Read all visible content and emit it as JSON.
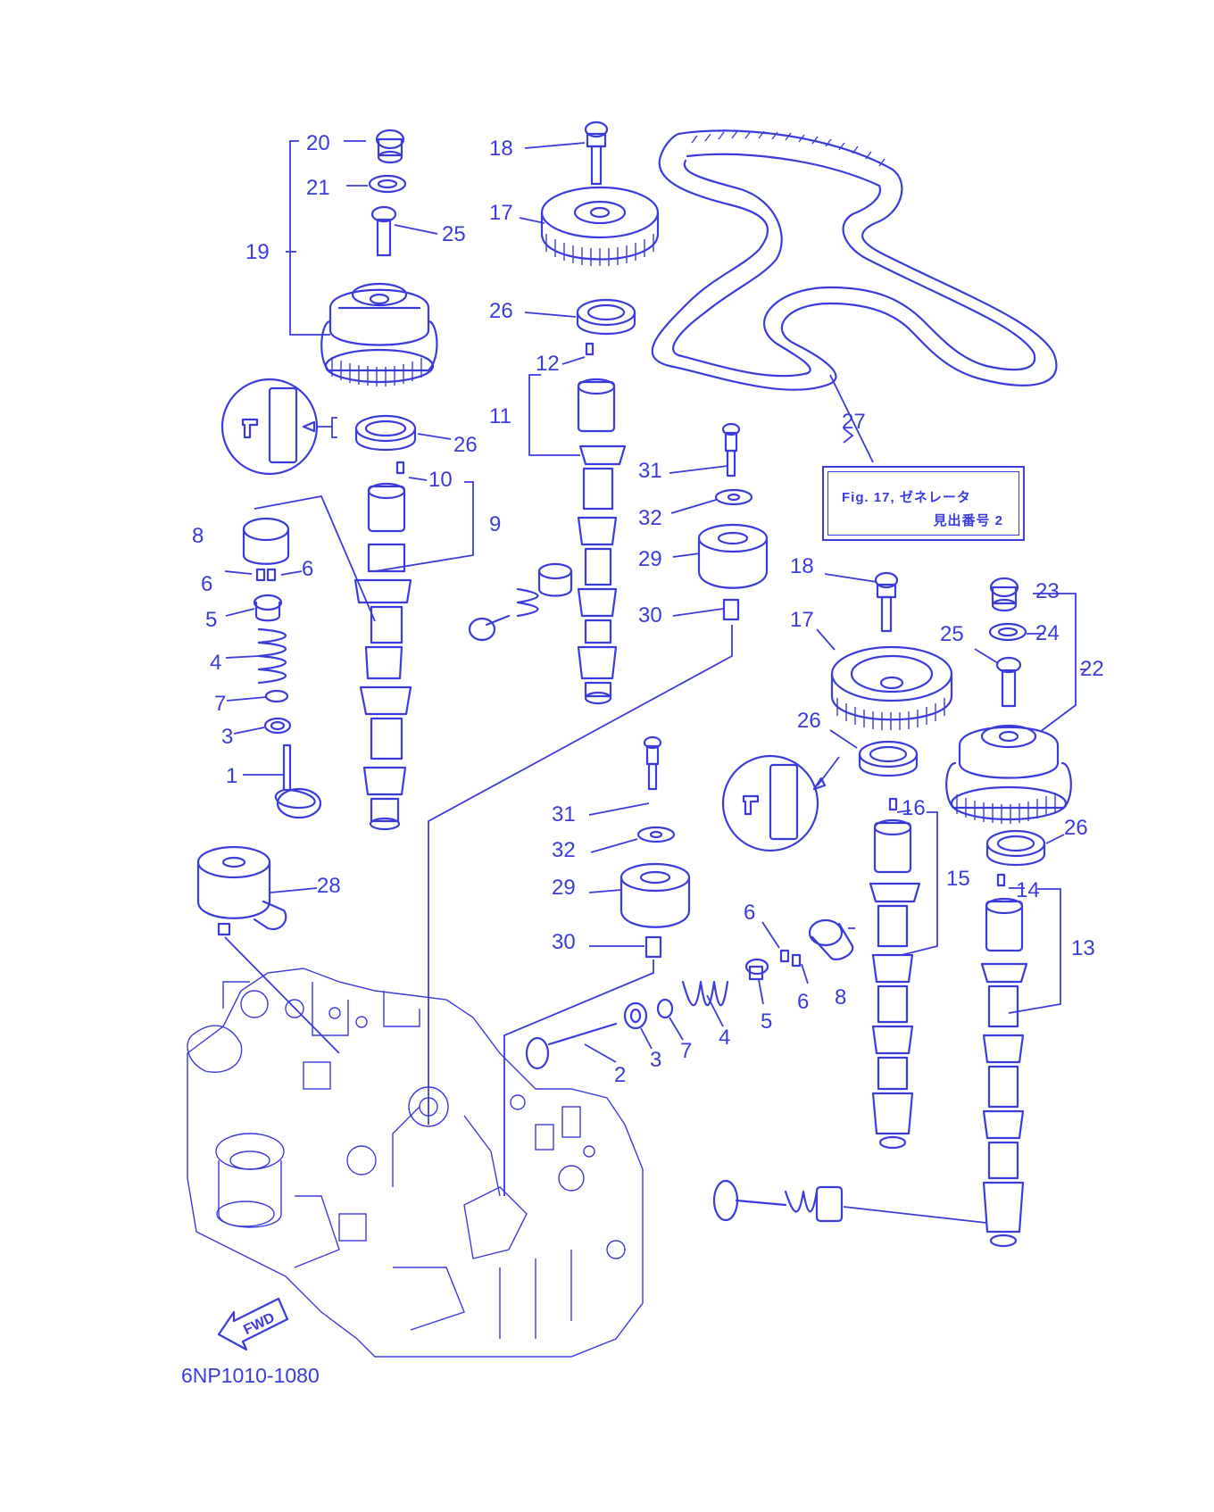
{
  "figure_code": "6NP1010-1080",
  "reference_box": {
    "line1": "Fig. 17, ゼネレータ",
    "line2": "見出番号 2"
  },
  "fwd_label": "FWD",
  "callouts": [
    {
      "id": "c20a",
      "text": "20"
    },
    {
      "id": "c21a",
      "text": "21"
    },
    {
      "id": "c25a",
      "text": "25"
    },
    {
      "id": "c19",
      "text": "19"
    },
    {
      "id": "c18a",
      "text": "18"
    },
    {
      "id": "c17a",
      "text": "17"
    },
    {
      "id": "c26a",
      "text": "26"
    },
    {
      "id": "c12",
      "text": "12"
    },
    {
      "id": "c11",
      "text": "11"
    },
    {
      "id": "c26b",
      "text": "26"
    },
    {
      "id": "c10",
      "text": "10"
    },
    {
      "id": "c9",
      "text": "9"
    },
    {
      "id": "c8a",
      "text": "8"
    },
    {
      "id": "c6a",
      "text": "6"
    },
    {
      "id": "c6b",
      "text": "6"
    },
    {
      "id": "c5a",
      "text": "5"
    },
    {
      "id": "c4a",
      "text": "4"
    },
    {
      "id": "c7a",
      "text": "7"
    },
    {
      "id": "c3a",
      "text": "3"
    },
    {
      "id": "c1",
      "text": "1"
    },
    {
      "id": "c31a",
      "text": "31"
    },
    {
      "id": "c32a",
      "text": "32"
    },
    {
      "id": "c29a",
      "text": "29"
    },
    {
      "id": "c30a",
      "text": "30"
    },
    {
      "id": "c27",
      "text": "27"
    },
    {
      "id": "c18b",
      "text": "18"
    },
    {
      "id": "c17b",
      "text": "17"
    },
    {
      "id": "c23",
      "text": "23"
    },
    {
      "id": "c24",
      "text": "24"
    },
    {
      "id": "c25b",
      "text": "25"
    },
    {
      "id": "c22",
      "text": "22"
    },
    {
      "id": "c26c",
      "text": "26"
    },
    {
      "id": "c16",
      "text": "16"
    },
    {
      "id": "c15",
      "text": "15"
    },
    {
      "id": "c26d",
      "text": "26"
    },
    {
      "id": "c14",
      "text": "14"
    },
    {
      "id": "c13",
      "text": "13"
    },
    {
      "id": "c28",
      "text": "28"
    },
    {
      "id": "c31b",
      "text": "31"
    },
    {
      "id": "c32b",
      "text": "32"
    },
    {
      "id": "c29b",
      "text": "29"
    },
    {
      "id": "c30b",
      "text": "30"
    },
    {
      "id": "c6c",
      "text": "6"
    },
    {
      "id": "c6d",
      "text": "6"
    },
    {
      "id": "c8b",
      "text": "8"
    },
    {
      "id": "c5b",
      "text": "5"
    },
    {
      "id": "c4b",
      "text": "4"
    },
    {
      "id": "c7b",
      "text": "7"
    },
    {
      "id": "c3b",
      "text": "3"
    },
    {
      "id": "c2",
      "text": "2"
    }
  ]
}
